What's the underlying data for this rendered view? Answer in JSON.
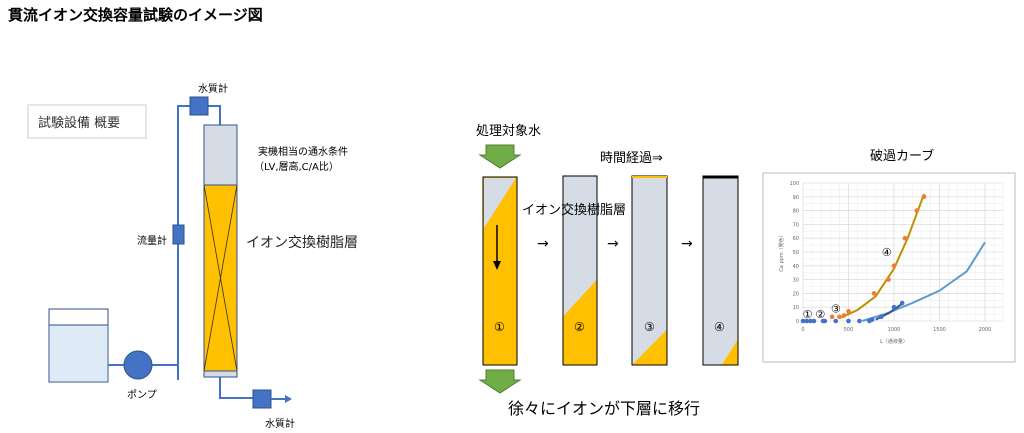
{
  "title": "貫流イオン交換容量試験のイメージ図",
  "left": {
    "box_label": "試験設備 概要",
    "meter_top": "水質計",
    "flow_meter": "流量計",
    "condition_line1": "実機相当の通水条件",
    "condition_line2": "（LV,層高,C/A比）",
    "resin_label": "イオン交換樹脂層",
    "pump": "ポンプ",
    "meter_bottom": "水質計"
  },
  "middle": {
    "feed": "処理対象水",
    "time": "時間経過⇒",
    "resin_label": "イオン交換樹脂層",
    "stages": [
      "①",
      "②",
      "③",
      "④"
    ],
    "arrow": "→",
    "caption": "徐々にイオンが下層に移行"
  },
  "colors": {
    "resin": "#FFC000",
    "exhausted": "#D6DCE5",
    "pipe": "#4472C4",
    "arrow": "#70AD47"
  },
  "chart_data": {
    "type": "scatter",
    "title": "破過カーブ",
    "xlabel": "L（通液量）",
    "ylabel": "Ca ppm（発色）",
    "xlim": [
      0,
      2200
    ],
    "ylim": [
      0,
      100
    ],
    "xticks": [
      0,
      500,
      1000,
      1500,
      2000
    ],
    "yticks": [
      0,
      10,
      20,
      30,
      40,
      50,
      60,
      70,
      80,
      90,
      100
    ],
    "series": [
      {
        "name": "orange",
        "color": "#ED7D31",
        "points": [
          [
            320,
            3
          ],
          [
            400,
            3
          ],
          [
            450,
            4
          ],
          [
            500,
            7
          ],
          [
            780,
            20
          ],
          [
            940,
            30
          ],
          [
            1000,
            40
          ],
          [
            1120,
            60
          ],
          [
            1250,
            80
          ],
          [
            1330,
            90
          ]
        ]
      },
      {
        "name": "blue",
        "color": "#4472C4",
        "points": [
          [
            0,
            0
          ],
          [
            40,
            0
          ],
          [
            80,
            0
          ],
          [
            120,
            0
          ],
          [
            220,
            0
          ],
          [
            240,
            0
          ],
          [
            360,
            0
          ],
          [
            500,
            0
          ],
          [
            620,
            0
          ],
          [
            730,
            0
          ],
          [
            760,
            1
          ],
          [
            860,
            3
          ],
          [
            1000,
            10
          ],
          [
            1090,
            13
          ]
        ]
      }
    ],
    "curves": [
      {
        "name": "orange-fit",
        "color": "#C09000",
        "points": [
          [
            400,
            2
          ],
          [
            600,
            8
          ],
          [
            800,
            18
          ],
          [
            1000,
            38
          ],
          [
            1150,
            60
          ],
          [
            1330,
            92
          ]
        ]
      },
      {
        "name": "blue-fit",
        "color": "#5B9BD5",
        "points": [
          [
            650,
            0
          ],
          [
            900,
            5
          ],
          [
            1200,
            13
          ],
          [
            1500,
            22
          ],
          [
            1800,
            36
          ],
          [
            2000,
            57
          ]
        ]
      },
      {
        "name": "dark-fit",
        "color": "#2F5597",
        "points": [
          [
            800,
            1
          ],
          [
            950,
            6
          ],
          [
            1100,
            13
          ]
        ]
      }
    ],
    "annotations": [
      {
        "text": "①",
        "x": 50,
        "y": 5
      },
      {
        "text": "②",
        "x": 190,
        "y": 5
      },
      {
        "text": "③",
        "x": 360,
        "y": 9
      },
      {
        "text": "④",
        "x": 920,
        "y": 50
      }
    ]
  }
}
